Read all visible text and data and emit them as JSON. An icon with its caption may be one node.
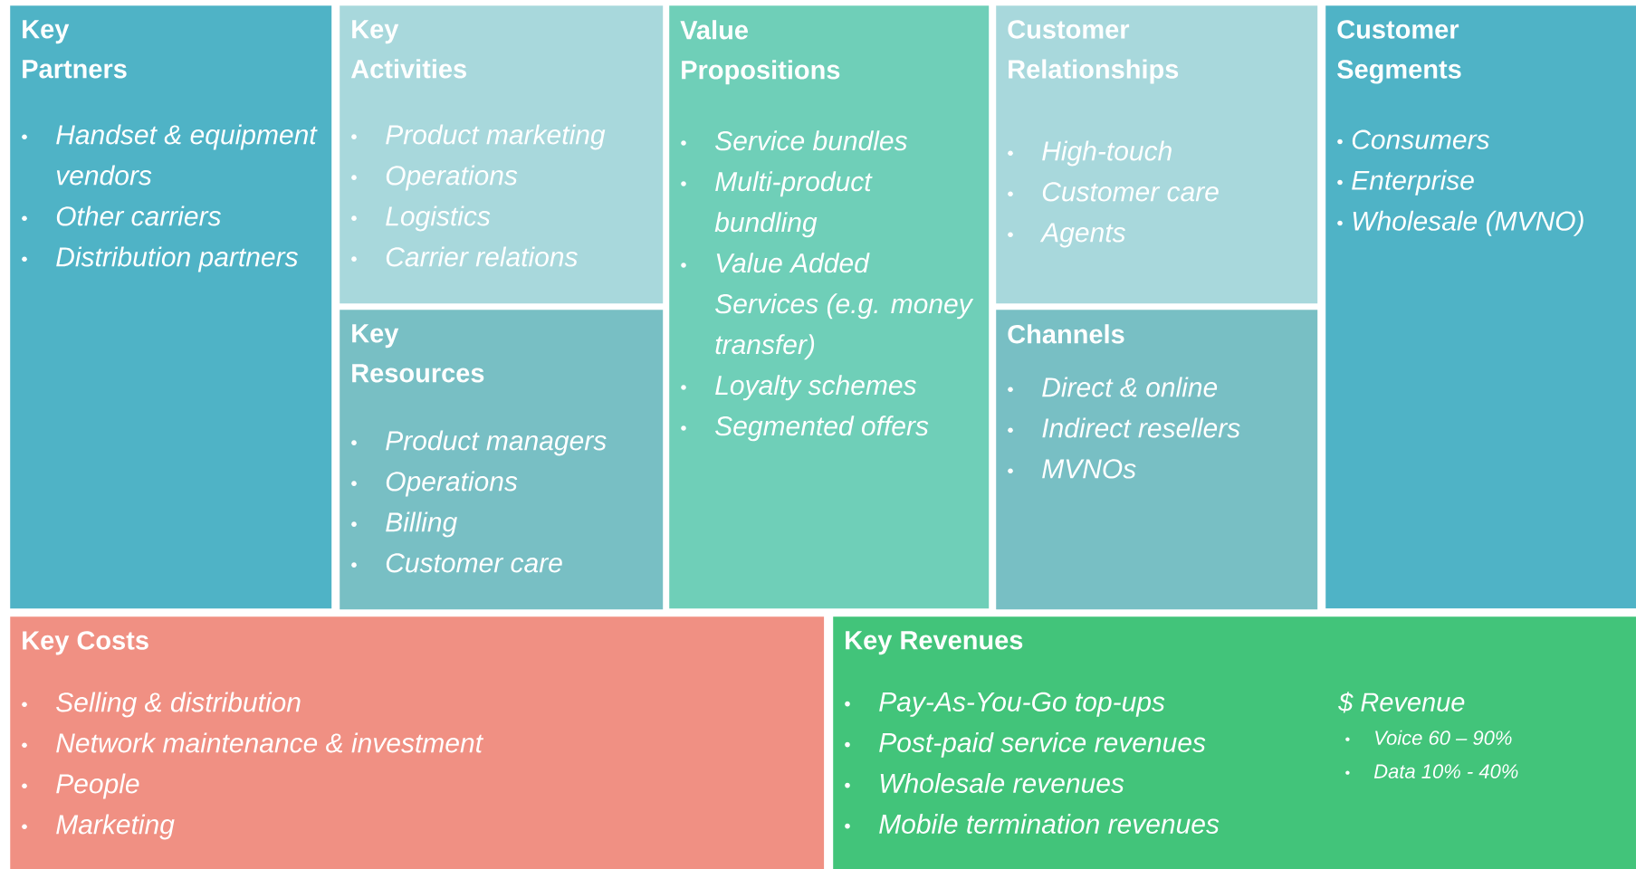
{
  "diagram": {
    "nodes": [
      {
        "text": [
          "Key Partners",
          "Handset & equipment vendors",
          "Other carriers",
          "Distribution partners"
        ]
      },
      {
        "text": [
          "Key Activities",
          "Product marketing",
          "Operations",
          "Logistics",
          "Carrier relations"
        ]
      },
      {
        "text": [
          "Key Resources",
          "Product managers",
          "Operations",
          "Billing",
          "Customer care"
        ]
      },
      {
        "text": [
          "Value Propositions",
          "Service bundles",
          "Multi-product bundling",
          "Value Added Services (e.g. money transfer)",
          "Loyalty schemes",
          "Segmented offers"
        ]
      },
      {
        "text": [
          "Customer Relationships",
          "High-touch",
          "Customer care",
          "Agents"
        ]
      },
      {
        "text": [
          "Channels",
          "Direct & online",
          "Indirect resellers",
          "MVNOs"
        ]
      },
      {
        "text": [
          "Customer Segments",
          "Consumers",
          "Enterprise",
          "Wholesale (MVNO)"
        ]
      },
      {
        "text": [
          "Key Costs",
          "Selling & distribution",
          "Network maintenance & investment",
          "People",
          "Marketing"
        ]
      },
      {
        "text": [
          "Key Revenues",
          "Pay-As-You-Go top-ups",
          "Post-paid service revenues",
          "Wholesale revenues",
          "Mobile termination revenues",
          "$ Revenue",
          "Voice 60 – 90%",
          "Data 10% - 40%"
        ]
      }
    ]
  }
}
